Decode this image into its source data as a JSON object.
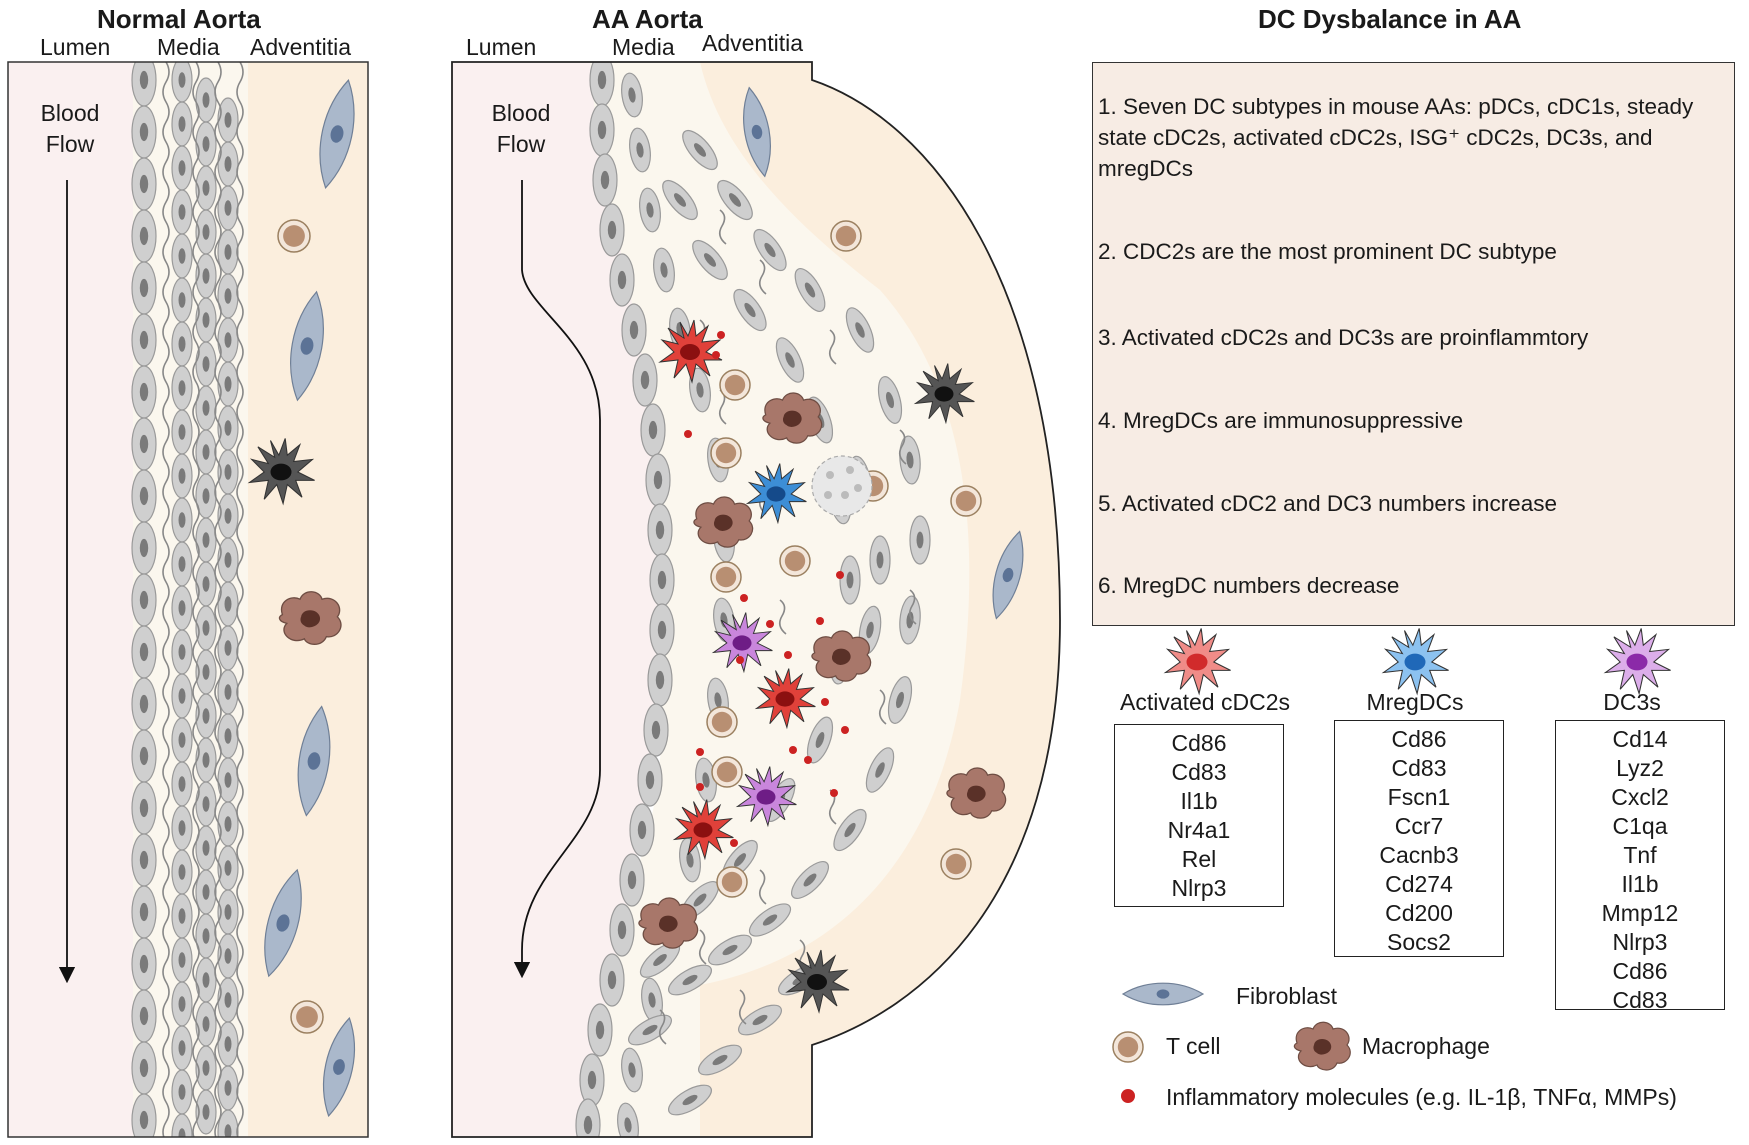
{
  "panels": {
    "normal": {
      "title": "Normal Aorta",
      "lumen": "Lumen",
      "media": "Media",
      "adventitia": "Adventitia",
      "flow_line1": "Blood",
      "flow_line2": "Flow"
    },
    "aa": {
      "title": "AA Aorta",
      "lumen": "Lumen",
      "media": "Media",
      "adventitia": "Adventitia",
      "flow_line1": "Blood",
      "flow_line2": "Flow"
    }
  },
  "summary": {
    "title": "DC Dysbalance in AA",
    "points": [
      "1. Seven DC subtypes in mouse AAs: pDCs, cDC1s, steady state cDC2s, activated cDC2s, ISG⁺ cDC2s, DC3s, and mregDCs",
      "2. CDC2s are the most prominent DC subtype",
      "3. Activated cDC2s and DC3s are proinflammtory",
      "4. MregDCs are immunosuppressive",
      "5. Activated cDC2 and DC3 numbers increase",
      "6. MregDC numbers decrease"
    ]
  },
  "markers": [
    {
      "name": "Activated cDC2s",
      "color": "#e0413a",
      "genes": [
        "Cd86",
        "Cd83",
        "Il1b",
        "Nr4a1",
        "Rel",
        "Nlrp3"
      ]
    },
    {
      "name": "MregDCs",
      "color": "#3d8ed6",
      "genes": [
        "Cd86",
        "Cd83",
        "Fscn1",
        "Ccr7",
        "Cacnb3",
        "Cd274",
        "Cd200",
        "Socs2"
      ]
    },
    {
      "name": "DC3s",
      "color": "#a64bbd",
      "genes": [
        "Cd14",
        "Lyz2",
        "Cxcl2",
        "C1qa",
        "Tnf",
        "Il1b",
        "Mmp12",
        "Nlrp3",
        "Cd86",
        "Cd83"
      ]
    }
  ],
  "legend": {
    "fibroblast": "Fibroblast",
    "tcell": "T cell",
    "macrophage": "Macrophage",
    "inflammatory": "Inflammatory molecules (e.g. IL-1β, TNFα, MMPs)"
  },
  "colors": {
    "lumen": "#faf0f0",
    "adventitia": "#fbeedd",
    "media": "#fbf7ee",
    "smc": "#cfcfcf",
    "fibroblast": "#aab8cb",
    "tcell": "#b88f72",
    "macrophage": "#a8776a",
    "inflammatory": "#cc2222",
    "activated_dc": "#e0413a",
    "mreg_dc": "#3d8ed6",
    "dc3": "#a64bbd",
    "black_dc": "#222222"
  },
  "icons": [
    "smooth-muscle-cell-icon",
    "fibroblast-icon",
    "t-cell-icon",
    "macrophage-icon",
    "dendritic-cell-icon",
    "inflammatory-molecule-icon",
    "flow-arrow-icon"
  ]
}
